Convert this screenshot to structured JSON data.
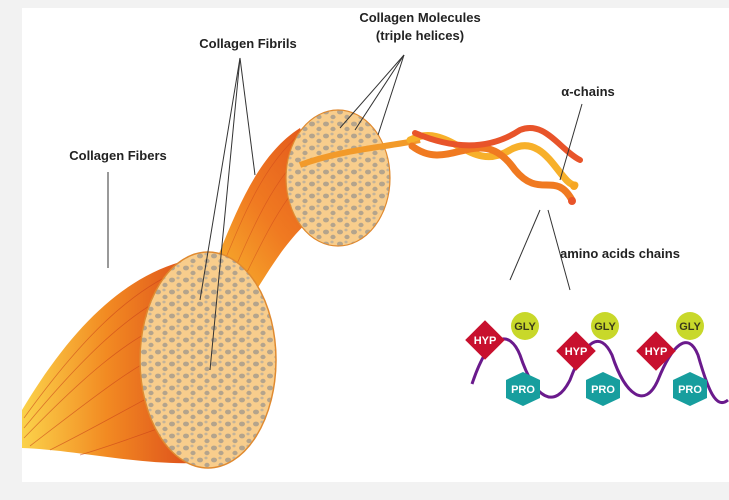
{
  "labels": {
    "collagen_molecules_line1": "Collagen Molecules",
    "collagen_molecules_line2": "(triple helices)",
    "collagen_fibrils": "Collagen Fibrils",
    "collagen_fibers": "Collagen Fibers",
    "alpha_chains": "α-chains",
    "amino_acid_chains": "amino acids chains"
  },
  "amino_acids": [
    {
      "hyp": "HYP",
      "gly": "GLY",
      "pro": "PRO"
    },
    {
      "hyp": "HYP",
      "gly": "GLY",
      "pro": "PRO"
    },
    {
      "hyp": "HYP",
      "gly": "GLY",
      "pro": "PRO"
    }
  ],
  "colors": {
    "fiber_dark": "#d94a1a",
    "fiber_mid": "#f07a21",
    "fiber_light": "#f9c030",
    "cross_section": "#f8cd8c",
    "cross_dots": "#b0a08a",
    "chain": "#6a1a8c",
    "hyp": "#c8102e",
    "gly": "#c8d82a",
    "pro": "#179e9e"
  }
}
